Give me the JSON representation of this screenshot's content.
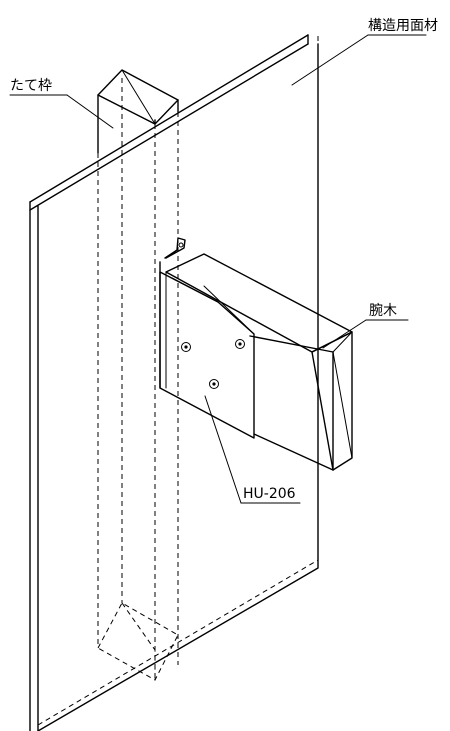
{
  "labels": {
    "structural_panel": "構造用面材",
    "vertical_frame": "たて枠",
    "crossarm": "腕木",
    "hardware": "HU-206"
  },
  "colors": {
    "line": "#000000",
    "background": "#ffffff",
    "hardware_shade": "#e9e9e9"
  }
}
